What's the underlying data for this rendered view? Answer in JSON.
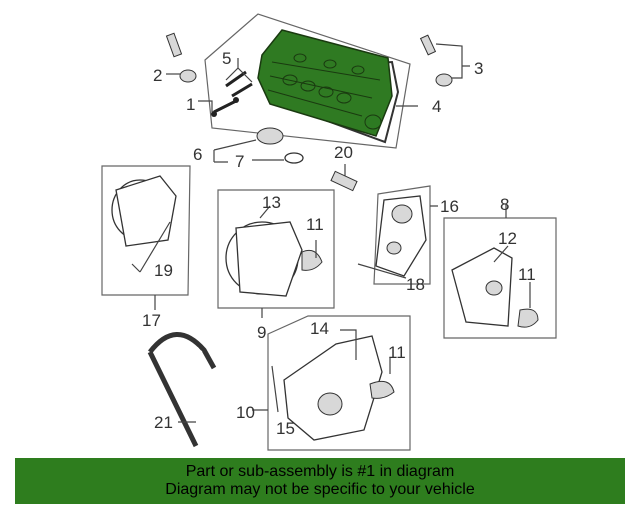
{
  "colors": {
    "highlight": "#2f7a22",
    "highlight_dark": "#1f4f16",
    "banner": "#2e7d1e",
    "line": "#444444"
  },
  "callouts": [
    "1",
    "2",
    "3",
    "4",
    "5",
    "6",
    "7",
    "8",
    "9",
    "10",
    "11",
    "11",
    "11",
    "12",
    "13",
    "14",
    "15",
    "16",
    "17",
    "18",
    "19",
    "20",
    "21"
  ],
  "banner": {
    "line1": "Part or sub-assembly is #1 in diagram",
    "line2": "Diagram may not be specific to your vehicle"
  }
}
